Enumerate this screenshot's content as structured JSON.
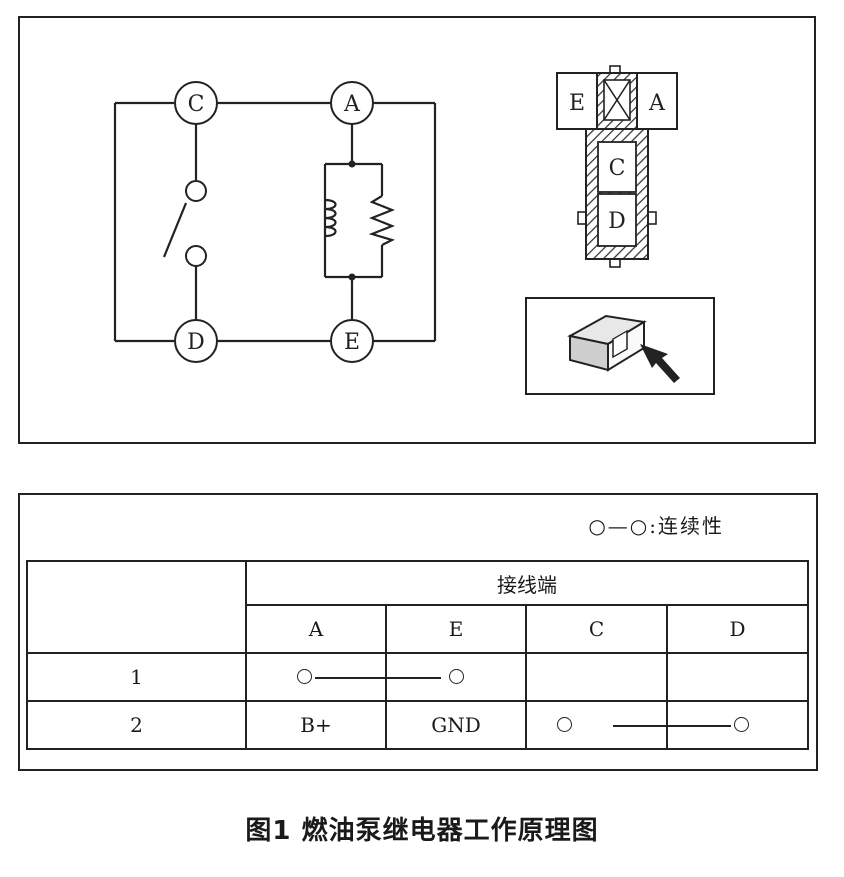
{
  "circuit": {
    "terminals": {
      "a": "A",
      "c": "C",
      "d": "D",
      "e": "E"
    }
  },
  "connector": {
    "labels": {
      "e": "E",
      "a": "A",
      "c": "C",
      "d": "D"
    }
  },
  "legend": {
    "symbol": "○—○",
    "label": ":连续性"
  },
  "table": {
    "group_header": "接线端",
    "columns": [
      "A",
      "E",
      "C",
      "D"
    ],
    "rows": [
      {
        "label": "1",
        "cells": [
          "",
          "",
          "",
          ""
        ],
        "continuity": [
          "A",
          "E"
        ]
      },
      {
        "label": "2",
        "cells": [
          "B+",
          "GND",
          "",
          ""
        ],
        "continuity": [
          "C",
          "D"
        ]
      }
    ]
  },
  "caption": "图1  燃油泵继电器工作原理图"
}
